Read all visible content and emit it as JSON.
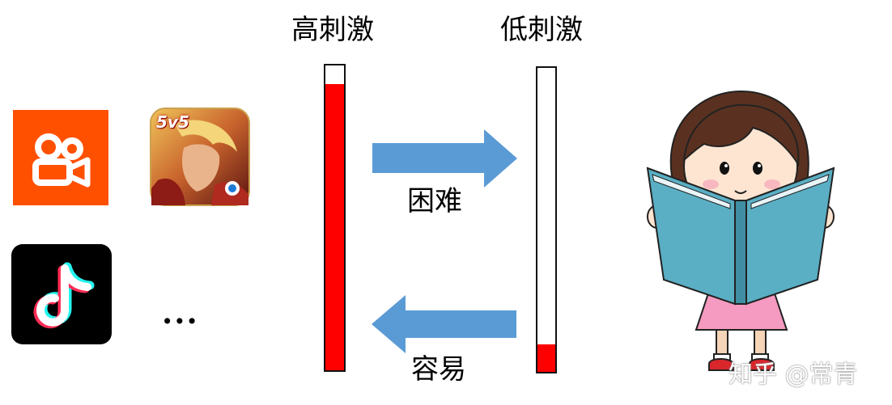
{
  "labels": {
    "high_stimulus": "高刺激",
    "low_stimulus": "低刺激",
    "difficult": "困难",
    "easy": "容易",
    "ellipsis": "..."
  },
  "levels": {
    "high_stimulus_fill": 0.94,
    "low_stimulus_fill": 0.09
  },
  "app_icons": [
    "kuaishou-icon",
    "honor-of-kings-icon",
    "tiktok-icon"
  ],
  "honor_of_kings_badge": "5v5",
  "watermark": "知乎 @常青",
  "colors": {
    "bar_fill": "#ff0000",
    "arrow": "#5b9bd5",
    "kuaishou": "#ff5000",
    "tiktok_bg": "#000000",
    "book": "#5aafc4",
    "dress": "#f59ac0"
  }
}
